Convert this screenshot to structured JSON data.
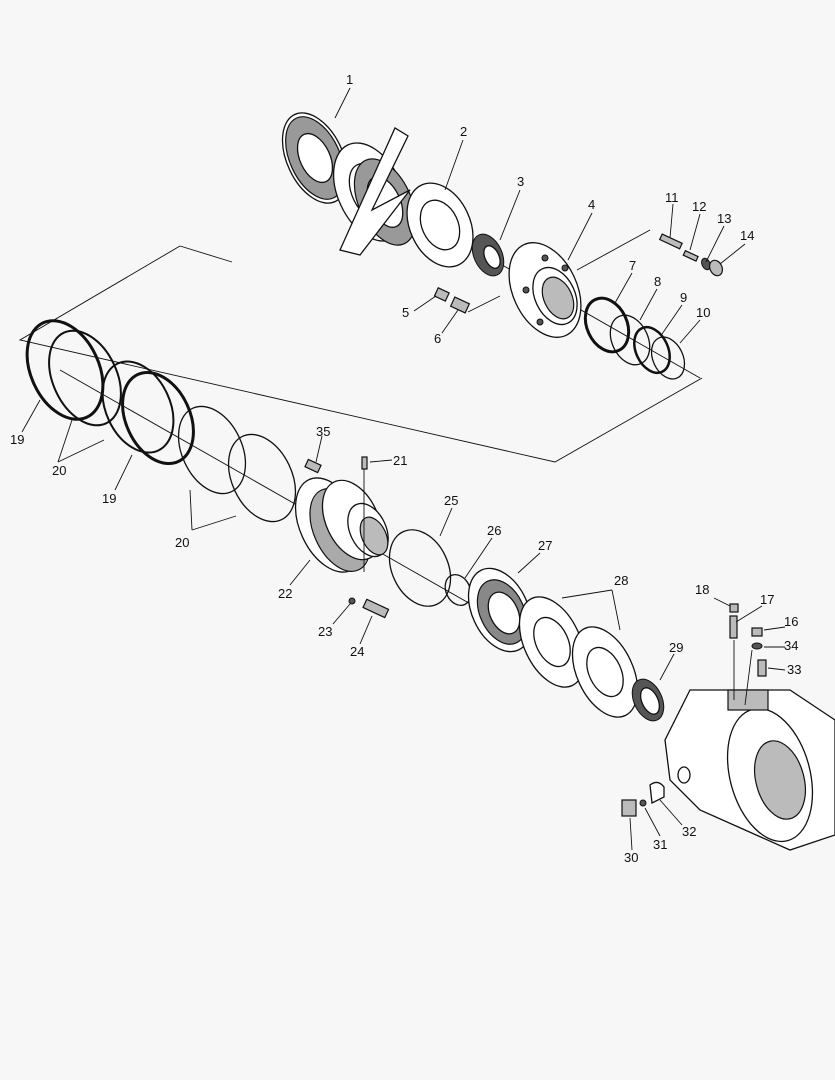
{
  "labels": {
    "l1": "1",
    "l2": "2",
    "l3": "3",
    "l4": "4",
    "l5": "5",
    "l6": "6",
    "l7": "7",
    "l8": "8",
    "l9": "9",
    "l10": "10",
    "l11": "11",
    "l12": "12",
    "l13": "13",
    "l14": "14",
    "l16": "16",
    "l17": "17",
    "l18": "18",
    "l19a": "19",
    "l19b": "19",
    "l20a": "20",
    "l20b": "20",
    "l21": "21",
    "l22": "22",
    "l23": "23",
    "l24": "24",
    "l25": "25",
    "l26": "26",
    "l27": "27",
    "l28": "28",
    "l29": "29",
    "l30": "30",
    "l31": "31",
    "l32": "32",
    "l33": "33",
    "l34": "34",
    "l35": "35"
  }
}
